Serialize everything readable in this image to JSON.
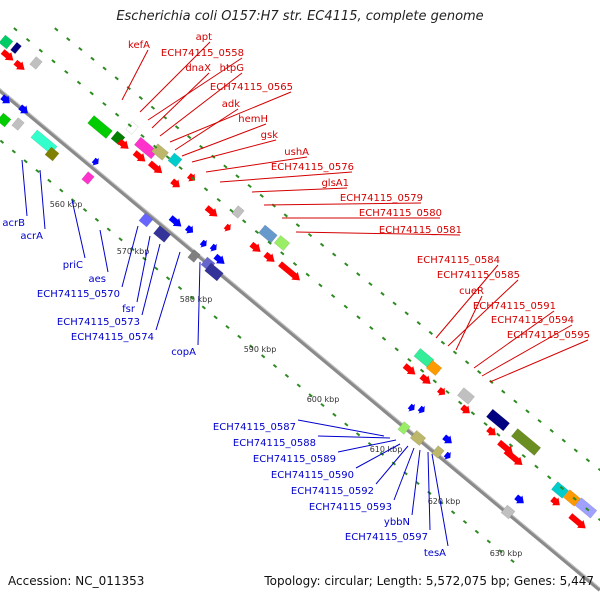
{
  "title": "Escherichia coli O157:H7 str. EC4115, complete genome",
  "accession_label": "Accession: NC_011353",
  "summary_label": "Topology: circular; Length: 5,572,075 bp; Genes: 5,447",
  "colors": {
    "forward_label": "#d40000",
    "reverse_label": "#0000cc",
    "backbone": "#808080",
    "tick": "#2e8b22",
    "scale_text": "#333333"
  },
  "scale_labels": [
    "560 kbp",
    "570 kbp",
    "580 kbp",
    "590 kbp",
    "600 kbp",
    "610 kbp",
    "620 kbp",
    "630 kbp"
  ],
  "forward_genes": [
    "kefA",
    "apt",
    "ECH74115_0558",
    "dnaX",
    "htpG",
    "ECH74115_0565",
    "adk",
    "hemH",
    "gsk",
    "ushA",
    "ECH74115_0576",
    "glsA1",
    "ECH74115_0579",
    "ECH74115_0580",
    "ECH74115_0581",
    "ECH74115_0584",
    "ECH74115_0585",
    "cueR",
    "ECH74115_0591",
    "ECH74115_0594",
    "ECH74115_0595"
  ],
  "reverse_genes": [
    "acrB",
    "acrA",
    "priC",
    "aes",
    "ECH74115_0570",
    "fsr",
    "ECH74115_0573",
    "ECH74115_0574",
    "copA",
    "ECH74115_0587",
    "ECH74115_0588",
    "ECH74115_0589",
    "ECH74115_0590",
    "ECH74115_0592",
    "ECH74115_0593",
    "ybbN",
    "ECH74115_0597",
    "tesA"
  ]
}
